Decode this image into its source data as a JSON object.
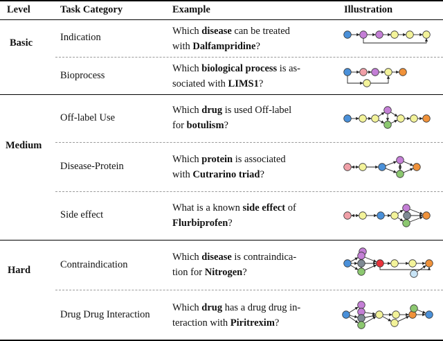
{
  "headers": {
    "level": "Level",
    "category": "Task Category",
    "example": "Example",
    "illustration": "Illustration"
  },
  "levels": {
    "basic": "Basic",
    "medium": "Medium",
    "hard": "Hard"
  },
  "rows": [
    {
      "category": "Indication",
      "example": {
        "l1a": "Which",
        "l1b": "disease",
        "l1c": "can be treated",
        "l2a": "with",
        "l2b": "Dalfampridine",
        "l2c": "?"
      }
    },
    {
      "category": "Bioprocess",
      "example": {
        "l1a": "Which",
        "l1b": "biological process",
        "l1c": "is as-",
        "l2a": "sociated with",
        "l2b": "LIMS1",
        "l2c": "?"
      }
    },
    {
      "category": "Off-label Use",
      "example": {
        "l1a": "Which",
        "l1b": "drug",
        "l1c": "is used Off-label",
        "l2a": "for",
        "l2b": "botulism",
        "l2c": "?"
      }
    },
    {
      "category": "Disease-Protein",
      "example": {
        "l1a": "Which",
        "l1b": "protein",
        "l1c": "is associated",
        "l2a": "with",
        "l2b": "Cutrarino triad",
        "l2c": "?"
      }
    },
    {
      "category": "Side effect",
      "example": {
        "l1a": "What is a known",
        "l1b": "side effect",
        "l1c": "of",
        "l2a": "",
        "l2b": "Flurbiprofen",
        "l2c": "?"
      }
    },
    {
      "category": "Contraindication",
      "example": {
        "l1a": "Which",
        "l1b": "disease",
        "l1c": "is contraindica-",
        "l2a": "tion for",
        "l2b": "Nitrogen",
        "l2c": "?"
      }
    },
    {
      "category": "Drug Drug Interaction",
      "example": {
        "l1a": "Which",
        "l1b": "drug",
        "l1c": "has a drug drug in-",
        "l2a": "teraction with",
        "l2b": "Piritrexim",
        "l2c": "?"
      }
    }
  ],
  "node_colors": {
    "blue": "#4a90d9",
    "purple": "#c47fd6",
    "yellow": "#f3f39a",
    "orange": "#f0923a",
    "green": "#8cc870",
    "pink": "#f0a0a8",
    "gray": "#7f8a94",
    "red": "#e8323a",
    "lightblue": "#c8e4f6"
  }
}
